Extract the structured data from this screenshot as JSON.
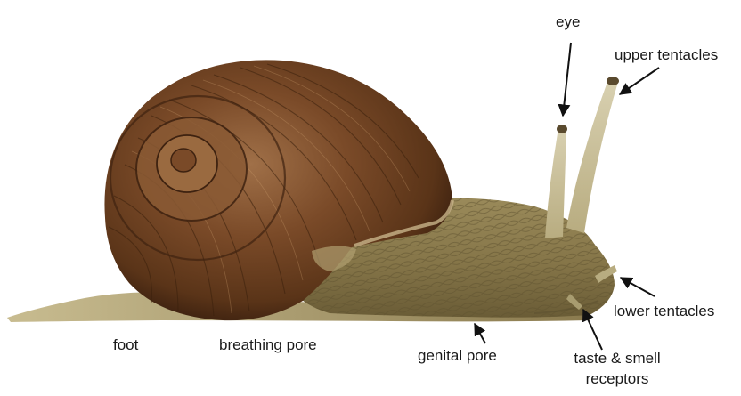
{
  "diagram": {
    "subject": "snail",
    "labels": {
      "eye": "eye",
      "upper_tentacles": "upper tentacles",
      "lower_tentacles": "lower tentacles",
      "foot": "foot",
      "breathing_pore": "breathing pore",
      "genital_pore": "genital pore",
      "taste_line1": "taste & smell",
      "taste_line2": "receptors"
    },
    "colors": {
      "background": "#ffffff",
      "shell_dark": "#4a2a14",
      "shell_mid": "#7a4a28",
      "shell_light": "#a87a52",
      "body": "#8a7a4e",
      "body_light": "#c4b88a",
      "arrow": "#111111"
    }
  }
}
